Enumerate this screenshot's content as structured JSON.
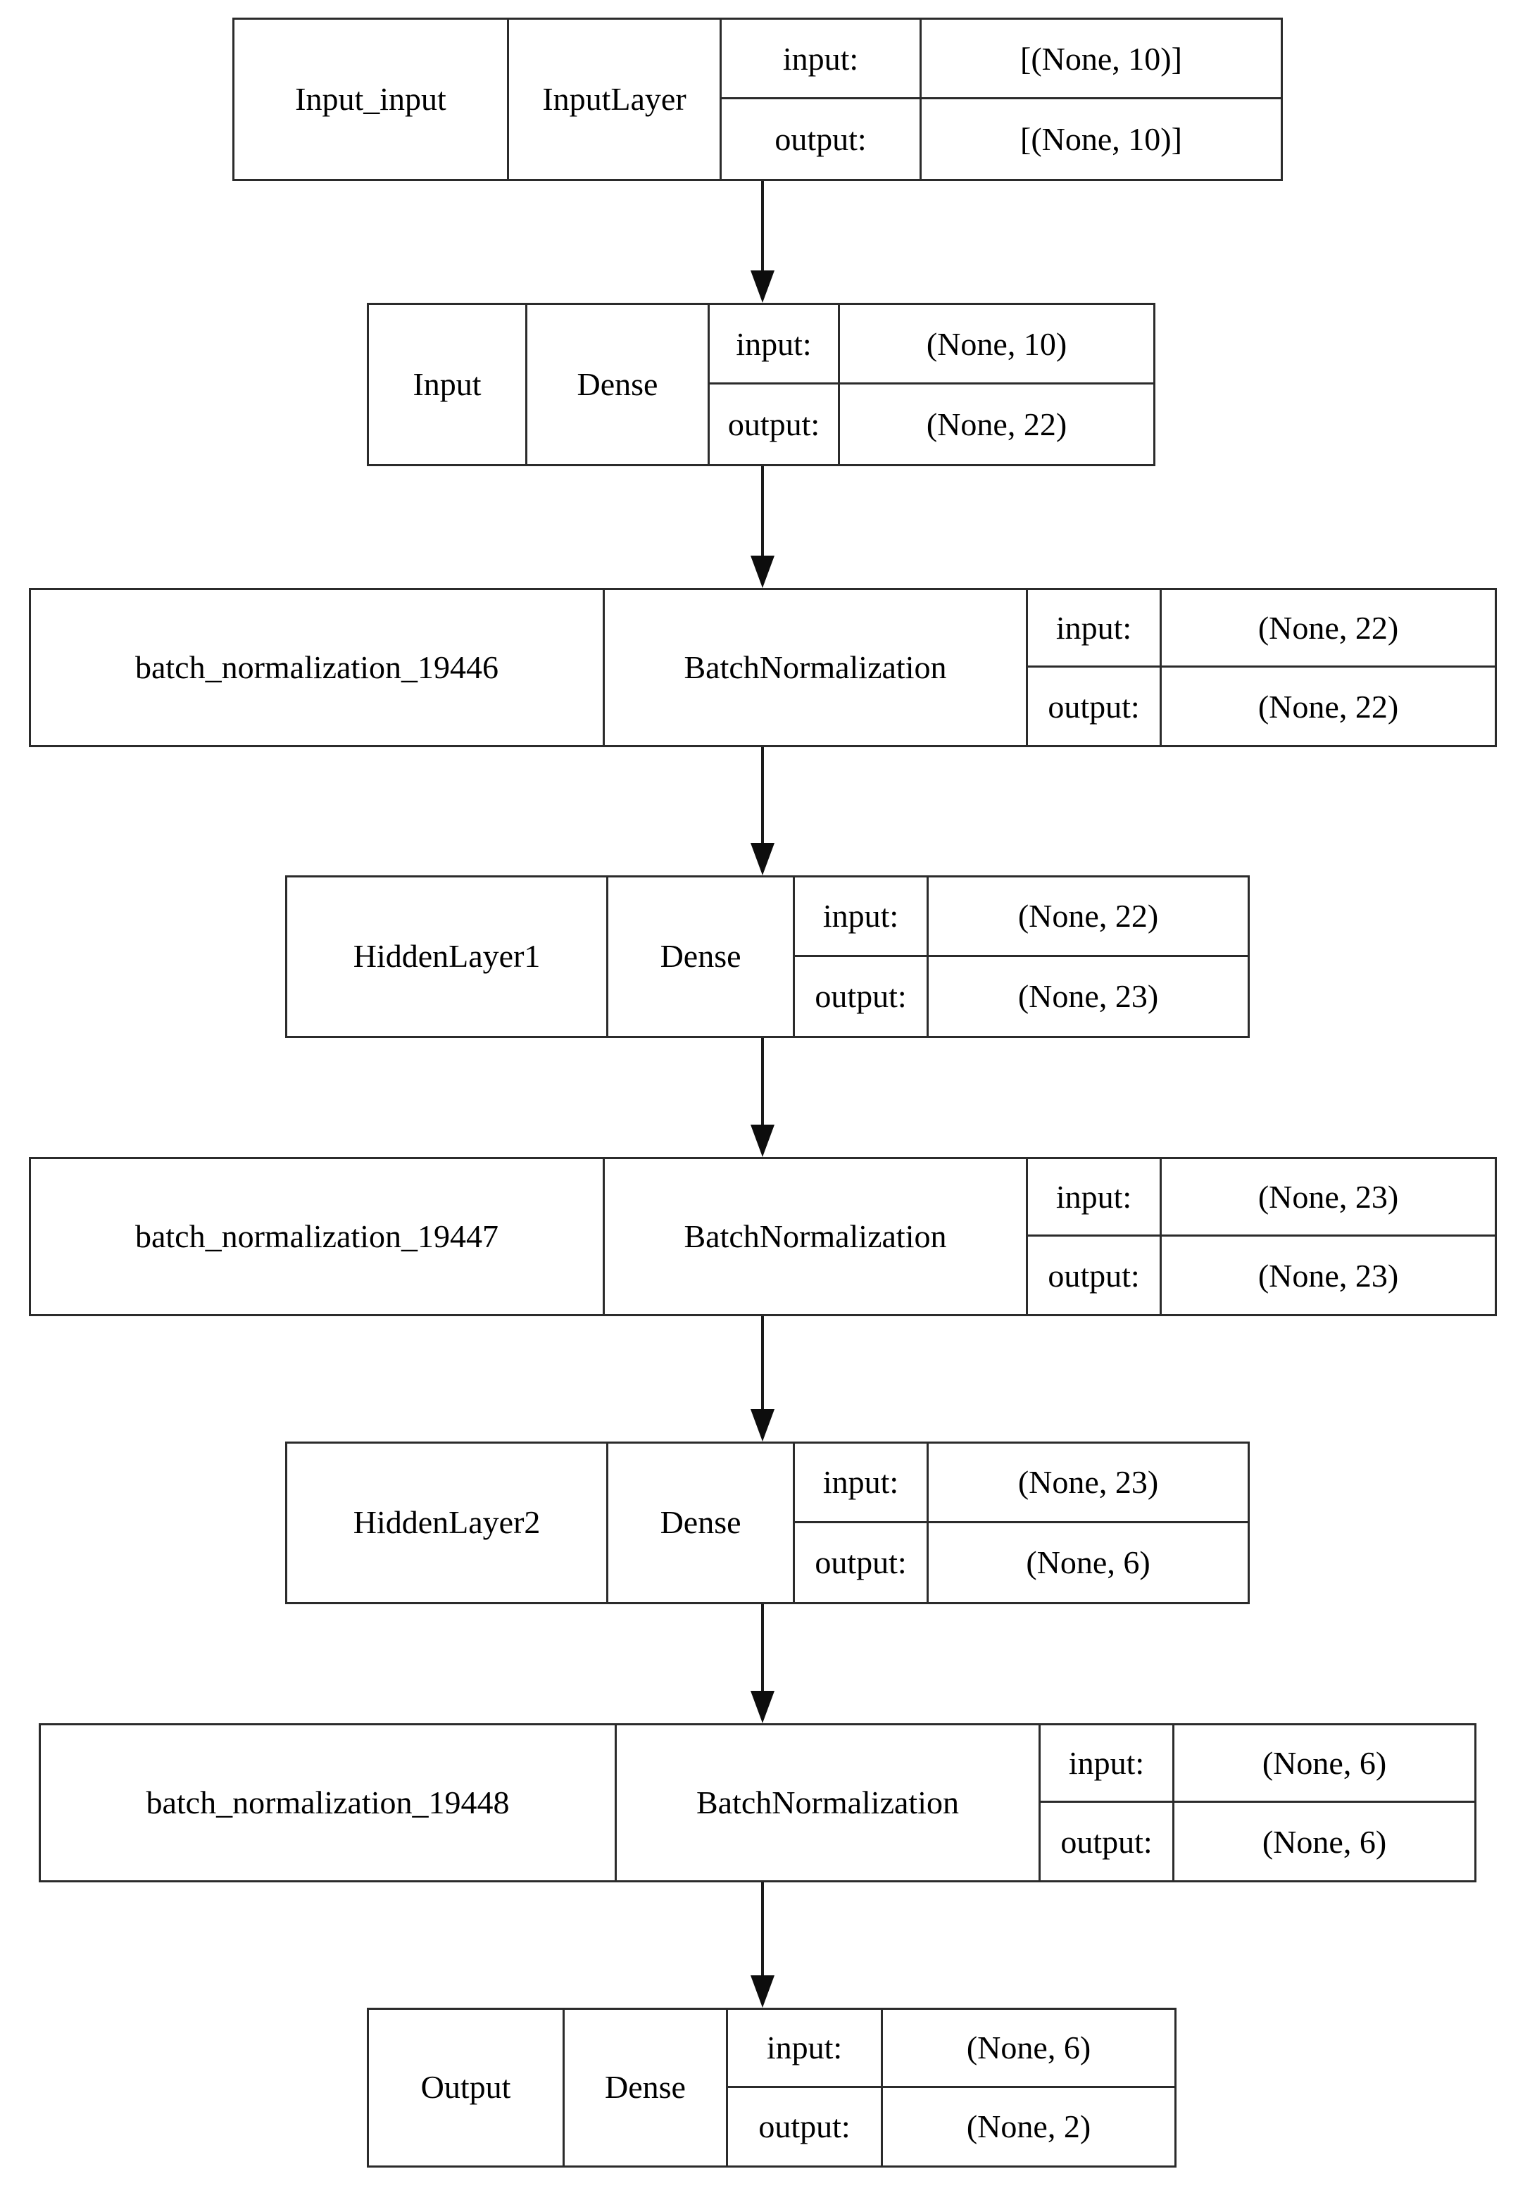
{
  "diagram": {
    "title": "Keras model architecture (plot_model)",
    "orientation": "top-to-bottom",
    "io_labels": {
      "input": "input:",
      "output": "output:"
    },
    "colors": {
      "border": "#2b2b2b",
      "edge": "#1a1a1a",
      "text": "#000000",
      "background": "#ffffff"
    },
    "nodes": [
      {
        "id": "Input_input",
        "name": "Input_input",
        "type": "InputLayer",
        "input_shape": "[(None, 10)]",
        "output_shape": "[(None, 10)]"
      },
      {
        "id": "Input",
        "name": "Input",
        "type": "Dense",
        "input_shape": "(None, 10)",
        "output_shape": "(None, 22)"
      },
      {
        "id": "batch_normalization_19446",
        "name": "batch_normalization_19446",
        "type": "BatchNormalization",
        "input_shape": "(None, 22)",
        "output_shape": "(None, 22)"
      },
      {
        "id": "HiddenLayer1",
        "name": "HiddenLayer1",
        "type": "Dense",
        "input_shape": "(None, 22)",
        "output_shape": "(None, 23)"
      },
      {
        "id": "batch_normalization_19447",
        "name": "batch_normalization_19447",
        "type": "BatchNormalization",
        "input_shape": "(None, 23)",
        "output_shape": "(None, 23)"
      },
      {
        "id": "HiddenLayer2",
        "name": "HiddenLayer2",
        "type": "Dense",
        "input_shape": "(None, 23)",
        "output_shape": "(None, 6)"
      },
      {
        "id": "batch_normalization_19448",
        "name": "batch_normalization_19448",
        "type": "BatchNormalization",
        "input_shape": "(None, 6)",
        "output_shape": "(None, 6)"
      },
      {
        "id": "Output",
        "name": "Output",
        "type": "Dense",
        "input_shape": "(None, 6)",
        "output_shape": "(None, 2)"
      }
    ],
    "edges": [
      {
        "from": "Input_input",
        "to": "Input"
      },
      {
        "from": "Input",
        "to": "batch_normalization_19446"
      },
      {
        "from": "batch_normalization_19446",
        "to": "HiddenLayer1"
      },
      {
        "from": "HiddenLayer1",
        "to": "batch_normalization_19447"
      },
      {
        "from": "batch_normalization_19447",
        "to": "HiddenLayer2"
      },
      {
        "from": "HiddenLayer2",
        "to": "batch_normalization_19448"
      },
      {
        "from": "batch_normalization_19448",
        "to": "Output"
      }
    ]
  }
}
